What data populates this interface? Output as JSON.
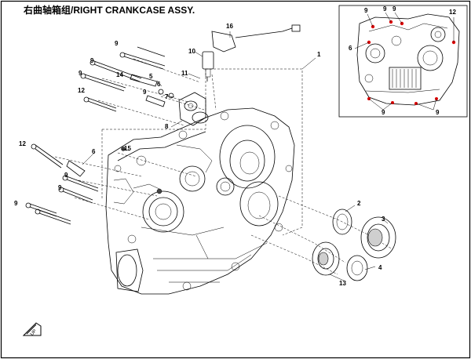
{
  "title": "右曲轴箱组/RIGHT CRANKCASE ASSY.",
  "callouts": [
    {
      "id": "c1",
      "label": "1"
    },
    {
      "id": "c2",
      "label": "2"
    },
    {
      "id": "c3",
      "label": "3"
    },
    {
      "id": "c4",
      "label": "4"
    },
    {
      "id": "c5",
      "label": "5"
    },
    {
      "id": "c6",
      "label": "6"
    },
    {
      "id": "c6b",
      "label": "6"
    },
    {
      "id": "c6c",
      "label": "6"
    },
    {
      "id": "c7",
      "label": "7"
    },
    {
      "id": "c8",
      "label": "8"
    },
    {
      "id": "c9a",
      "label": "9"
    },
    {
      "id": "c9b",
      "label": "9"
    },
    {
      "id": "c9c",
      "label": "9"
    },
    {
      "id": "c9d",
      "label": "9"
    },
    {
      "id": "c9e",
      "label": "9"
    },
    {
      "id": "c9f",
      "label": "9"
    },
    {
      "id": "c9g",
      "label": "9"
    },
    {
      "id": "c9h",
      "label": "9"
    },
    {
      "id": "c9i",
      "label": "9"
    },
    {
      "id": "c9j",
      "label": "9"
    },
    {
      "id": "c9k",
      "label": "9"
    },
    {
      "id": "c9l",
      "label": "9"
    },
    {
      "id": "c10",
      "label": "10"
    },
    {
      "id": "c11",
      "label": "11"
    },
    {
      "id": "c12a",
      "label": "12"
    },
    {
      "id": "c12b",
      "label": "12"
    },
    {
      "id": "c12c",
      "label": "12"
    },
    {
      "id": "c13",
      "label": "13"
    },
    {
      "id": "c14",
      "label": "14"
    },
    {
      "id": "c15",
      "label": "15"
    },
    {
      "id": "c16",
      "label": "16"
    }
  ],
  "colors": {
    "ink": "#000000",
    "highlight": "#dd0000",
    "shade": "#cfcfcf"
  }
}
